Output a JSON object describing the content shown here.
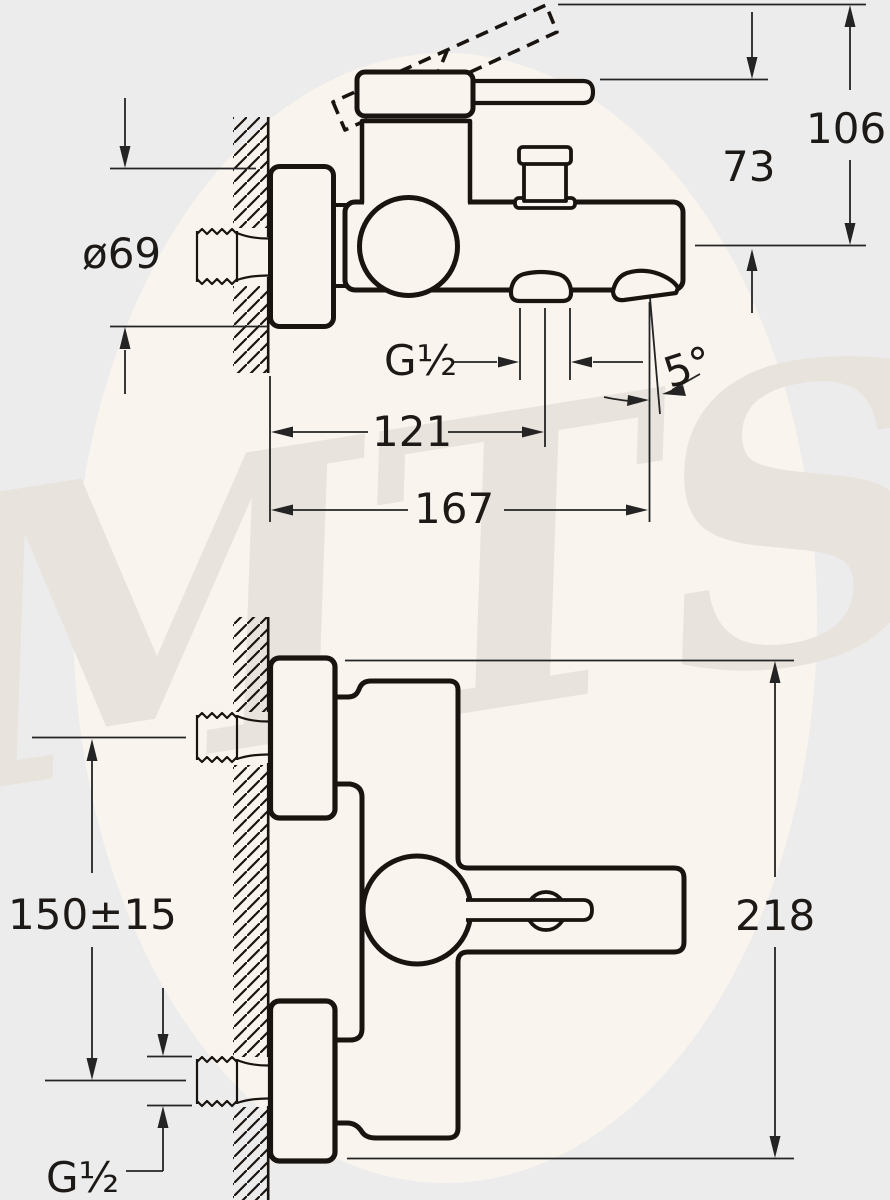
{
  "watermark": {
    "text": "MTS"
  },
  "colors": {
    "background": "#ececec",
    "watermark_circle": "#faf4ee",
    "watermark_letters": "#e9e3dd",
    "outline": "#1a1410",
    "dimension": "#242424"
  },
  "views": {
    "side": {
      "labels": {
        "flange_diameter": "ø69",
        "total_height": "106",
        "lever_height": "73",
        "outlet_thread": "G½",
        "spout_angle": "5°",
        "outlet_offset": "121",
        "total_depth": "167"
      }
    },
    "front": {
      "labels": {
        "inlet_spacing": "150±15",
        "total_height": "218",
        "inlet_thread": "G½"
      }
    }
  }
}
